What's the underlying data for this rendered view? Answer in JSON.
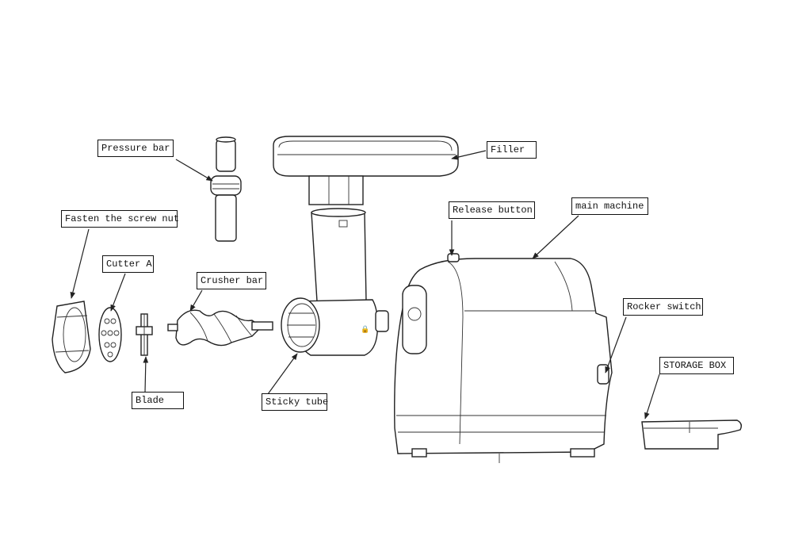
{
  "labels": {
    "pressure_bar": "Pressure bar",
    "filler": "Filler",
    "fasten_screw_nut": "Fasten the screw nut",
    "cutter_a": "Cutter A",
    "crusher_bar": "Crusher bar",
    "release_button": "Release button",
    "main_machine": "main machine",
    "rocker_switch": "Rocker switch",
    "storage_box": "STORAGE BOX",
    "blade": "Blade",
    "sticky_tube": "Sticky tube"
  }
}
